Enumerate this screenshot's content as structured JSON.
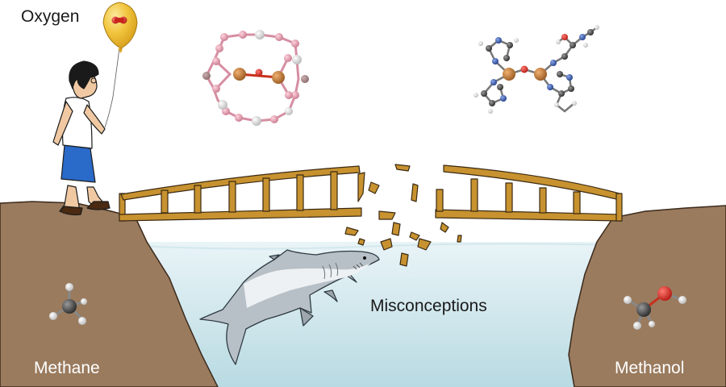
{
  "labels": {
    "oxygen": "Oxygen",
    "methane": "Methane",
    "methanol": "Methanol",
    "misconceptions": "Misconceptions"
  },
  "colors": {
    "sky": "#ffffff",
    "cliff": "#9a7b5e",
    "water_top": "#e7f3f6",
    "water_bottom": "#bcdde4",
    "bridge": "#c7922f",
    "shark": "#b8c0c7",
    "balloon": "#f2c640",
    "copper": "#bf7a35",
    "oxygen_atom": "#d82a22",
    "nitrogen_atom": "#3a5ba8",
    "carbon_atom": "#4a4a4a",
    "hydrogen_atom": "#e6e6e6",
    "boron_atom": "#e8a2b5"
  }
}
